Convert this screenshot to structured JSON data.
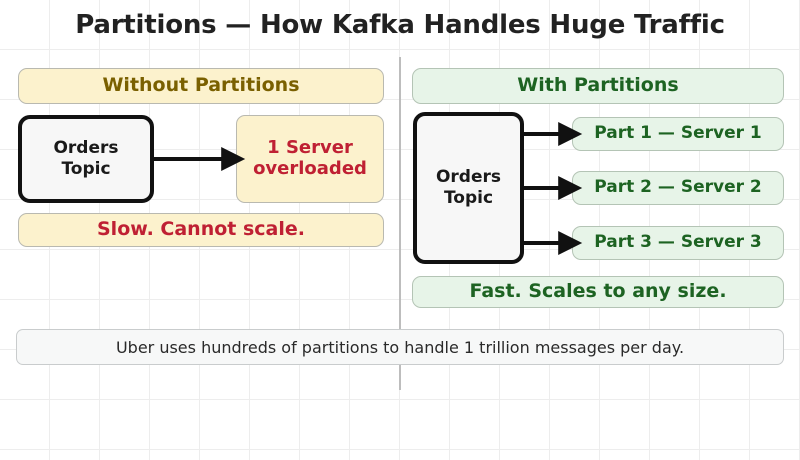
{
  "title": "Partitions — How Kafka Handles Huge Traffic",
  "left_panel": {
    "header": "Without Partitions",
    "topic_box": "Orders\nTopic",
    "topic_box_line1": "Orders",
    "topic_box_line2": "Topic",
    "result_box_line1": "1 Server",
    "result_box_line2": "overloaded",
    "verdict": "Slow. Cannot scale.",
    "accent_fill": "#fcf2cd",
    "accent_border": "#b9b9b0",
    "header_text_color": "#7a6000",
    "body_text_color": "#bf2033"
  },
  "right_panel": {
    "header": "With Partitions",
    "topic_box_line1": "Orders",
    "topic_box_line2": "Topic",
    "partitions": [
      "Part 1 — Server 1",
      "Part 2 — Server 2",
      "Part 3 — Server 3"
    ],
    "verdict": "Fast. Scales to any size.",
    "accent_fill": "#e7f4e8",
    "accent_border": "#b4c4b5",
    "text_color": "#1d6322"
  },
  "footnote": "Uber uses hundreds of partitions to handle 1 trillion messages per day.",
  "arrow_color": "#111111",
  "grid_color": "#ededed",
  "divider_color": "#bdbdbd"
}
